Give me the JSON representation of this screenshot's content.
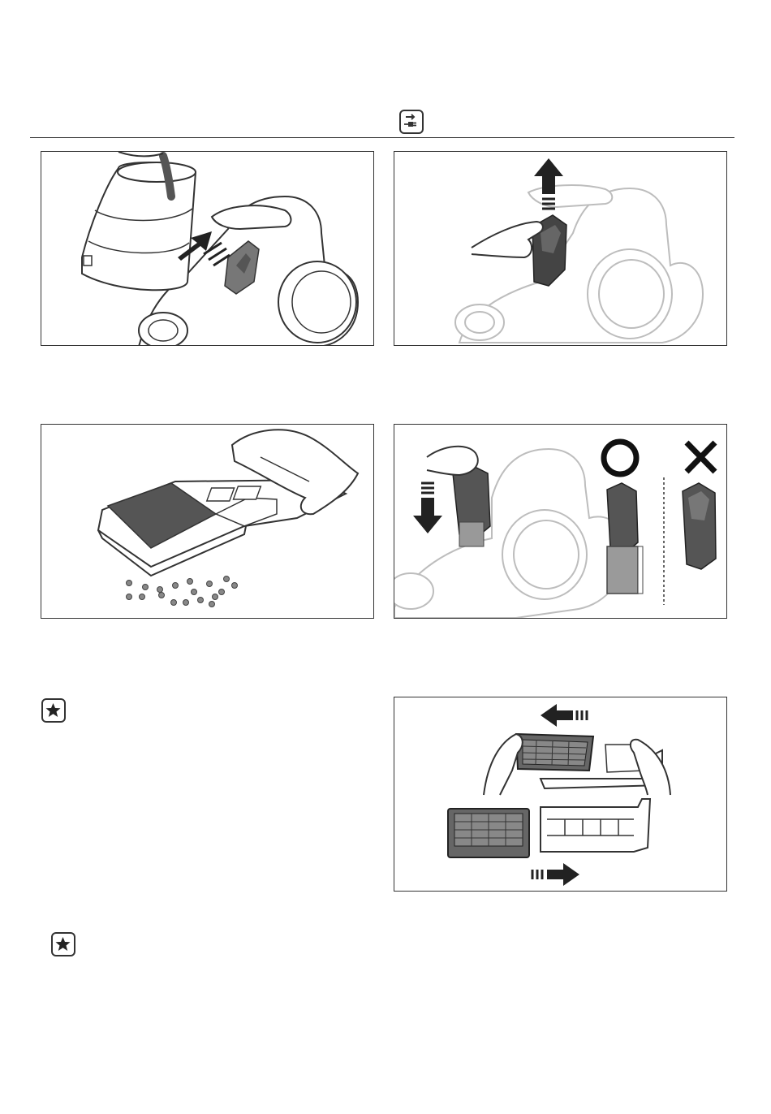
{
  "header": {
    "icon": "unplug-icon"
  },
  "panels": [
    {
      "id": "remove-dust-container",
      "icon": "arrow-up-left"
    },
    {
      "id": "lift-filter-out",
      "icon": "arrow-up"
    },
    {
      "id": "tap-filter-dust",
      "icon": "dust-particles"
    },
    {
      "id": "reinsert-filter",
      "icon": "arrow-down",
      "correct_mark": "O",
      "wrong_mark": "X"
    },
    {
      "id": "exhaust-filter-slide",
      "icon": "arrow-left-right"
    }
  ],
  "notes": [
    {
      "icon": "star-icon"
    },
    {
      "icon": "star-icon"
    }
  ],
  "colors": {
    "line": "#333333",
    "dark_part": "#555555",
    "grey_part": "#9a9a9a",
    "faint": "#bdbdbd"
  }
}
